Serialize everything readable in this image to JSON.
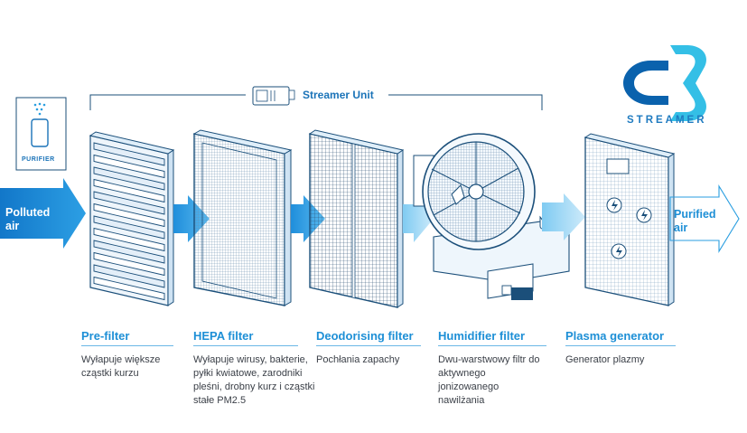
{
  "brand": {
    "name": "STREAMER",
    "colors": {
      "dark": "#0a62ad",
      "light": "#34bfe6"
    }
  },
  "purifier": {
    "label": "PURIFIER"
  },
  "streamer_unit": {
    "label": "Streamer Unit"
  },
  "input": {
    "line1": "Polluted",
    "line2": "air"
  },
  "output": {
    "line1": "Purified",
    "line2": "air"
  },
  "stages": [
    {
      "title": "Pre-filter",
      "desc": [
        "Wyłapuje większe",
        "cząstki kurzu"
      ]
    },
    {
      "title": "HEPA filter",
      "desc": [
        "Wyłapuje wirusy, bakterie,",
        "pyłki kwiatowe, zarodniki",
        "pleśni, drobny kurz i cząstki",
        "stałe PM2.5"
      ]
    },
    {
      "title": "Deodorising filter",
      "desc": [
        "Pochłania zapachy"
      ]
    },
    {
      "title": "Humidifier filter",
      "desc": [
        "Dwu-warstwowy filtr do",
        "aktywnego",
        "jonizowanego",
        "nawilżania"
      ]
    },
    {
      "title": "Plasma generator",
      "desc": [
        "Generator plazmy"
      ]
    }
  ],
  "colors": {
    "accent": "#1d8fd6",
    "line": "#1b4f7a",
    "arrow": "#2a9ee0"
  }
}
